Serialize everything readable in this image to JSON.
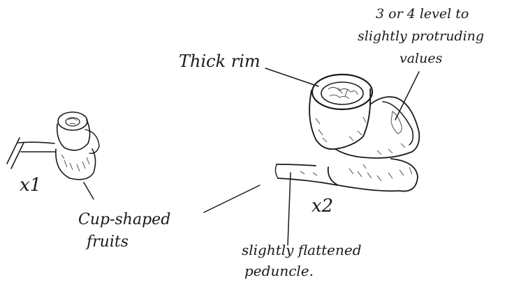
{
  "labels": {
    "thick_rim": "Thick rim",
    "level_valves_line1": "3 or 4 level to",
    "level_valves_line2": "slightly protruding",
    "level_valves_line3": "values",
    "scale_small": "x1",
    "scale_large": "x2",
    "cup_line1": "Cup-shaped",
    "cup_line2": "fruits",
    "peduncle_line1": "slightly flattened",
    "peduncle_line2": "peduncle."
  }
}
